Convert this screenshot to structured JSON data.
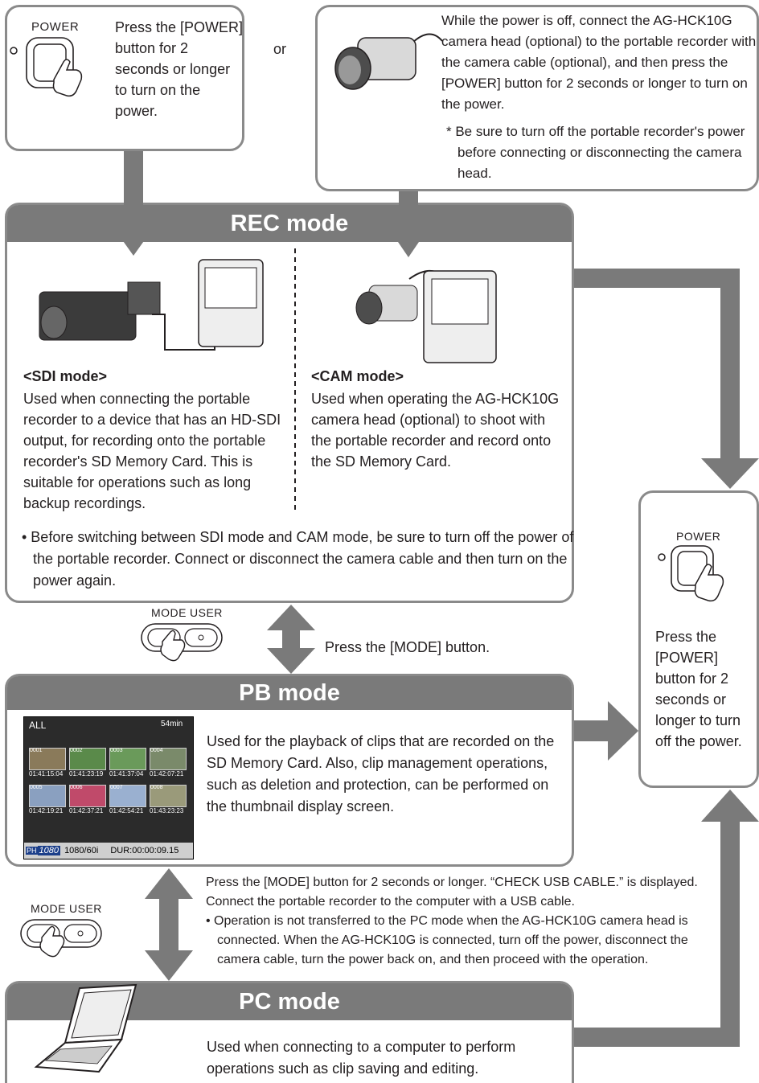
{
  "power_box_top": {
    "label": "POWER",
    "text": "Press the [POWER] button for 2 seconds or longer to turn on the power."
  },
  "or_label": "or",
  "camera_box": {
    "text": "While the power is off, connect the AG-HCK10G camera head (optional) to the portable recorder with the camera cable (optional), and then press the [POWER] button for 2 seconds or longer to turn on the power.",
    "note": "* Be sure to turn off the portable recorder's power before connecting or disconnecting the camera head."
  },
  "rec_mode": {
    "title": "REC mode",
    "sdi_title": "<SDI mode>",
    "sdi_text": "Used when connecting the portable recorder to a device that has an HD-SDI output, for recording onto the portable recorder's SD Memory Card. This is suitable for operations such as long backup recordings.",
    "cam_title": "<CAM mode>",
    "cam_text": "Used when operating the AG-HCK10G camera head (optional) to shoot with the portable recorder and record onto the SD Memory Card.",
    "bullet": "• Before switching between SDI mode and CAM mode, be sure to turn off the power of the portable recorder. Connect or disconnect the camera cable and then turn on the power again."
  },
  "mode_button_1": {
    "mode": "MODE",
    "user": "USER",
    "caption": "Press the [MODE] button."
  },
  "pb_mode": {
    "title": "PB mode",
    "text": "Used for the playback of clips that are recorded on the SD Memory Card. Also, clip management operations, such as deletion and protection, can be performed on the thumbnail display screen.",
    "thumb": {
      "all": "ALL",
      "battery": "54min",
      "clips": [
        {
          "num": "0001",
          "tc": "01:41:15:04"
        },
        {
          "num": "0002",
          "tc": "01:41:23:19"
        },
        {
          "num": "0003",
          "tc": "01:41:37:04"
        },
        {
          "num": "0004",
          "tc": "01:42:07:21"
        },
        {
          "num": "0005",
          "tc": "01:42:19:21"
        },
        {
          "num": "0006",
          "tc": "01:42:37:21"
        },
        {
          "num": "0007",
          "tc": "01:42:54:21"
        },
        {
          "num": "0008",
          "tc": "01:43:23:23"
        }
      ],
      "ph": "PH",
      "res_italic": "1080",
      "format": "1080/60i",
      "dur": "DUR:00:00:09.15"
    }
  },
  "mode_button_2": {
    "mode": "MODE",
    "user": "USER",
    "caption": "Press the [MODE] button for 2 seconds or longer. “CHECK USB CABLE.” is displayed. Connect the portable recorder to the computer with a USB cable.",
    "bullet": "• Operation is not transferred to the PC mode when the AG-HCK10G camera head is connected. When the AG-HCK10G is connected, turn off the power, disconnect the camera cable, turn the power back on, and then proceed with the operation."
  },
  "pc_mode": {
    "title": "PC mode",
    "text": "Used when connecting to a computer to perform operations such as clip saving and editing."
  },
  "power_box_right": {
    "label": "POWER",
    "text": "Press the [POWER] button for 2 seconds or longer to turn off the power."
  },
  "colors": {
    "arrow": "#7a7a7a",
    "border": "#8a8a8a",
    "header": "#7a7a7a"
  }
}
